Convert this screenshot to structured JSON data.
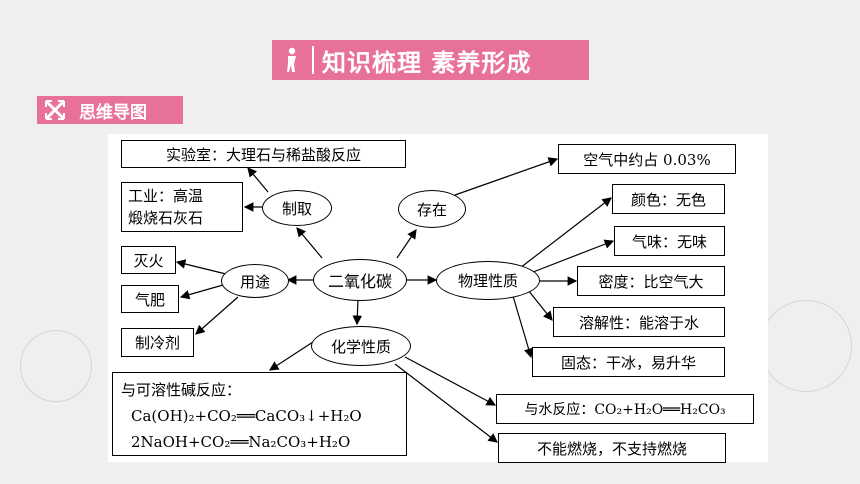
{
  "header": {
    "title": "知识梳理 素养形成",
    "icon": "person-icon",
    "color": "#e8719a"
  },
  "section": {
    "label": "思维导图",
    "icon": "cross-arrows-icon"
  },
  "center": "二氧化碳",
  "branches": {
    "preparation": "制取",
    "existence": "存在",
    "uses": "用途",
    "physical": "物理性质",
    "chemical": "化学性质"
  },
  "preparation_items": {
    "lab": "实验室：大理石与稀盐酸反应",
    "industry_line1": "工业：高温",
    "industry_line2": "煅烧石灰石"
  },
  "existence_items": {
    "air": "空气中约占 0.03%"
  },
  "uses_items": [
    "灭火",
    "气肥",
    "制冷剂"
  ],
  "physical_items": [
    "颜色：无色",
    "气味：无味",
    "密度：比空气大",
    "溶解性：能溶于水",
    "固态：干冰，易升华"
  ],
  "chemical_items": {
    "alkali_title": "与可溶性碱反应：",
    "alkali_eq1": "Ca(OH)₂+CO₂══CaCO₃↓+H₂O",
    "alkali_eq2": "2NaOH+CO₂══Na₂CO₃+H₂O",
    "water": "与水反应：CO₂+H₂O══H₂CO₃",
    "combustion": "不能燃烧，不支持燃烧"
  }
}
